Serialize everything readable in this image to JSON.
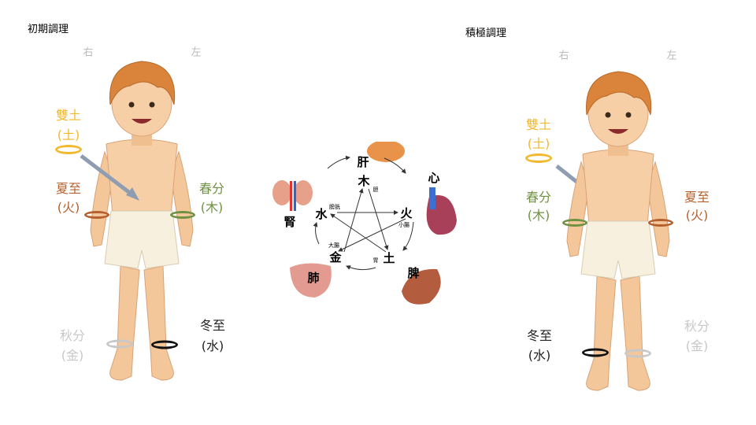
{
  "left_panel": {
    "title": "初期調理",
    "right_side": "右",
    "left_side": "左",
    "labels": {
      "shuang_tu": {
        "name": "雙土",
        "element": "(土)"
      },
      "xia_zhi": {
        "name": "夏至",
        "element": "(火)"
      },
      "chun_fen": {
        "name": "春分",
        "element": "(木)"
      },
      "qiu_fen": {
        "name": "秋分",
        "element": "(金)"
      },
      "dong_zhi": {
        "name": "冬至",
        "element": "(水)"
      }
    }
  },
  "right_panel": {
    "title": "積極調理",
    "right_side": "右",
    "left_side": "左",
    "labels": {
      "shuang_tu": {
        "name": "雙土",
        "element": "(土)"
      },
      "chun_fen": {
        "name": "春分",
        "element": "(木)"
      },
      "xia_zhi": {
        "name": "夏至",
        "element": "(火)"
      },
      "dong_zhi": {
        "name": "冬至",
        "element": "(水)"
      },
      "qiu_fen": {
        "name": "秋分",
        "element": "(金)"
      }
    }
  },
  "five_elements": {
    "wood": {
      "element": "木",
      "organ": "肝",
      "fu": "胆"
    },
    "fire": {
      "element": "火",
      "organ": "心",
      "fu": "小腸"
    },
    "earth": {
      "element": "土",
      "organ": "脾",
      "fu": "胃"
    },
    "metal": {
      "element": "金",
      "organ": "肺",
      "fu": "大腸"
    },
    "water": {
      "element": "水",
      "organ": "腎",
      "fu": "膀胱"
    }
  },
  "colors": {
    "earth": "#f2b92e",
    "fire": "#b5602e",
    "wood": "#6f9142",
    "metal": "#c8c8c8",
    "water": "#222222"
  }
}
